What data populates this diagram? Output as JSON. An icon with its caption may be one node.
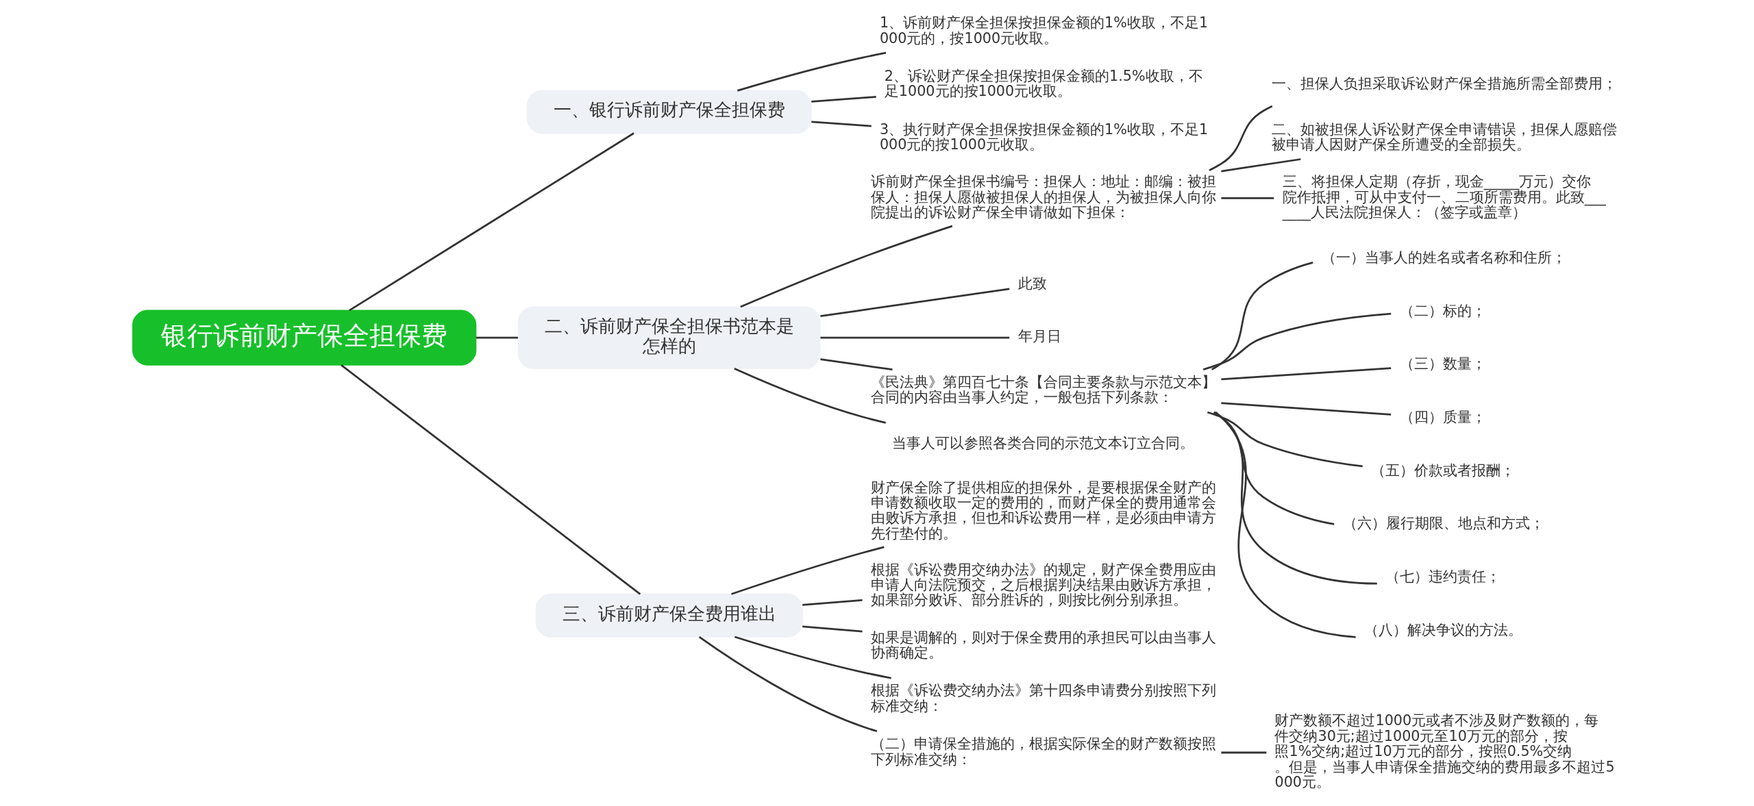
{
  "diagram": {
    "nodes": [
      {
        "text": [
          "银行诉前财产保全担保费"
        ]
      },
      {
        "text": [
          "一、银行诉前财产保全担保费"
        ]
      },
      {
        "text": [
          "1、诉前财产保全担保按担保金额的1%收取，不足1000元的，按1000元收取。"
        ]
      },
      {
        "text": [
          "2、诉讼财产保全担保按担保金额的1.5%收取，不足1000元的按1000元收取。"
        ]
      },
      {
        "text": [
          "3、执行财产保全担保按担保金额的1%收取，不足1000元的按1000元收取。"
        ]
      },
      {
        "text": [
          "二、诉前财产保全担保书范本是怎样的"
        ]
      },
      {
        "text": [
          "诉前财产保全担保书编号：担保人：地址：邮编：被担保人：担保人愿做被担保人的担保人，为被担保人向你院提出的诉讼财产保全申请做如下担保："
        ]
      },
      {
        "text": [
          "一、担保人负担采取诉讼财产保全措施所需全部费用；"
        ]
      },
      {
        "text": [
          "二、如被担保人诉讼财产保全申请错误，担保人愿赔偿被申请人因财产保全所遭受的全部损失。"
        ]
      },
      {
        "text": [
          "三、将担保人定期（存折，现金_____万元）交你院作抵押，可从中支付一、二项所需费用。此致_______人民法院担保人：（签字或盖章）"
        ]
      },
      {
        "text": [
          "此致"
        ]
      },
      {
        "text": [
          "年月日"
        ]
      },
      {
        "text": [
          "《民法典》第四百七十条【合同主要条款与示范文本】合同的内容由当事人约定，一般包括下列条款："
        ]
      },
      {
        "text": [
          "（一）当事人的姓名或者名称和住所；"
        ]
      },
      {
        "text": [
          "（二）标的；"
        ]
      },
      {
        "text": [
          "（三）数量；"
        ]
      },
      {
        "text": [
          "（四）质量；"
        ]
      },
      {
        "text": [
          "（五）价款或者报酬；"
        ]
      },
      {
        "text": [
          "（六）履行期限、地点和方式；"
        ]
      },
      {
        "text": [
          "（七）违约责任；"
        ]
      },
      {
        "text": [
          "（八）解决争议的方法。"
        ]
      },
      {
        "text": [
          "当事人可以参照各类合同的示范文本订立合同。"
        ]
      },
      {
        "text": [
          "三、诉前财产保全费用谁出"
        ]
      },
      {
        "text": [
          "财产保全除了提供相应的担保外，是要根据保全财产的申请数额收取一定的费用的，而财产保全的费用通常会由败诉方承担，但也和诉讼费用一样，是必须由申请方先行垫付的。"
        ]
      },
      {
        "text": [
          "根据《诉讼费用交纳办法》的规定，财产保全费用应由申请人向法院预交，之后根据判决结果由败诉方承担，如果部分败诉、部分胜诉的，则按比例分别承担。"
        ]
      },
      {
        "text": [
          "如果是调解的，则对于保全费用的承担民可以由当事人协商确定。"
        ]
      },
      {
        "text": [
          "根据《诉讼费交纳办法》第十四条申请费分别按照下列标准交纳："
        ]
      },
      {
        "text": [
          "（二）申请保全措施的，根据实际保全的财产数额按照下列标准交纳："
        ]
      },
      {
        "text": [
          "财产数额不超过1000元或者不涉及财产数额的，每件交纳30元;超过1000元至10万元的部分，按照1%交纳;超过10万元的部分，按照0.5%交纳。但是，当事人申请保全措施交纳的费用最多不超过5000元。"
        ]
      }
    ],
    "edges": [
      {
        "from": 0,
        "to": 1,
        "arrow": "none"
      },
      {
        "from": 1,
        "to": 2,
        "arrow": "none"
      },
      {
        "from": 1,
        "to": 3,
        "arrow": "none"
      },
      {
        "from": 1,
        "to": 4,
        "arrow": "none"
      },
      {
        "from": 0,
        "to": 5,
        "arrow": "none"
      },
      {
        "from": 5,
        "to": 6,
        "arrow": "none"
      },
      {
        "from": 6,
        "to": 7,
        "arrow": "none"
      },
      {
        "from": 6,
        "to": 8,
        "arrow": "none"
      },
      {
        "from": 6,
        "to": 9,
        "arrow": "none"
      },
      {
        "from": 5,
        "to": 10,
        "arrow": "none"
      },
      {
        "from": 5,
        "to": 11,
        "arrow": "none"
      },
      {
        "from": 5,
        "to": 12,
        "arrow": "none"
      },
      {
        "from": 12,
        "to": 13,
        "arrow": "none"
      },
      {
        "from": 12,
        "to": 14,
        "arrow": "none"
      },
      {
        "from": 12,
        "to": 15,
        "arrow": "none"
      },
      {
        "from": 12,
        "to": 16,
        "arrow": "none"
      },
      {
        "from": 12,
        "to": 17,
        "arrow": "none"
      },
      {
        "from": 12,
        "to": 18,
        "arrow": "none"
      },
      {
        "from": 12,
        "to": 19,
        "arrow": "none"
      },
      {
        "from": 12,
        "to": 20,
        "arrow": "none"
      },
      {
        "from": 5,
        "to": 21,
        "arrow": "none"
      },
      {
        "from": 0,
        "to": 22,
        "arrow": "none"
      },
      {
        "from": 22,
        "to": 23,
        "arrow": "none"
      },
      {
        "from": 22,
        "to": 24,
        "arrow": "none"
      },
      {
        "from": 22,
        "to": 25,
        "arrow": "none"
      },
      {
        "from": 22,
        "to": 26,
        "arrow": "none"
      },
      {
        "from": 22,
        "to": 27,
        "arrow": "none"
      },
      {
        "from": 27,
        "to": 28,
        "arrow": "none"
      }
    ]
  }
}
